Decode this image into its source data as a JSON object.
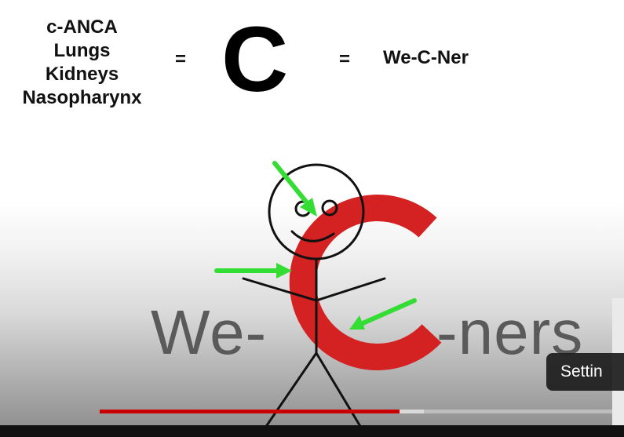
{
  "slide": {
    "terms": [
      "c-ANCA",
      "Lungs",
      "Kidneys",
      "Nasopharynx"
    ],
    "equals_left": "=",
    "big_letter": "C",
    "equals_right": "=",
    "mnemonic": "We-C-Ner"
  },
  "illustration": {
    "word_left": "We-",
    "word_right": "-ners",
    "red_c_color": "#d42121",
    "arrow_color": "#33dd33"
  },
  "player": {
    "settings_label": "Settin",
    "progress_played_fraction": 0.585,
    "progress_buffered_fraction": 0.633
  }
}
